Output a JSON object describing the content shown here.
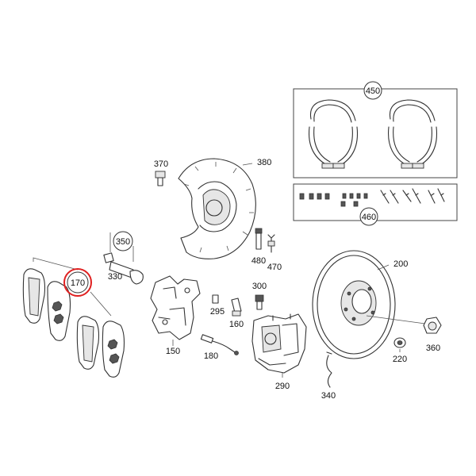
{
  "highlight_color": "#e02020",
  "labels": {
    "p170": "170",
    "p180": "180",
    "p150": "150",
    "p160": "160",
    "p200": "200",
    "p220": "220",
    "p290": "290",
    "p295": "295",
    "p300": "300",
    "p330": "330",
    "p340": "340",
    "p350": "350",
    "p360": "360",
    "p370": "370",
    "p380": "380",
    "p450": "450",
    "p460": "460",
    "p470": "470",
    "p480": "480"
  },
  "highlighted_part": "170"
}
